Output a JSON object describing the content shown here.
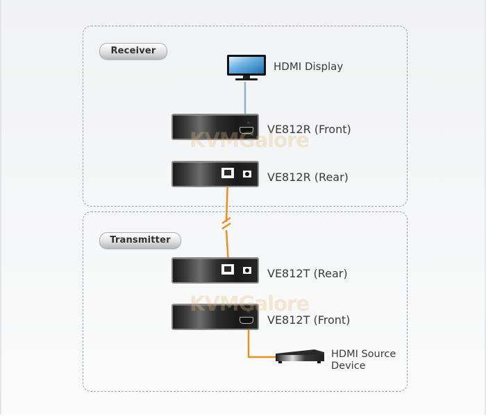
{
  "diagram": {
    "groups": [
      {
        "id": "receiver",
        "label": "Receiver"
      },
      {
        "id": "transmitter",
        "label": "Transmitter"
      }
    ],
    "devices": {
      "hdmi_display": {
        "label": "HDMI Display",
        "icon": "monitor-icon"
      },
      "receiver_front": {
        "label": "VE812R (Front)",
        "port": "hdmi-port"
      },
      "receiver_rear": {
        "label": "VE812R (Rear)",
        "port": "rj45-port"
      },
      "transmitter_rear": {
        "label": "VE812T (Rear)",
        "port": "rj45-port"
      },
      "transmitter_front": {
        "label": "VE812T (Front)",
        "port": "hdmi-port"
      },
      "hdmi_source": {
        "label_line1": "HDMI Source",
        "label_line2": "Device",
        "icon": "media-player-icon"
      }
    },
    "connections": [
      {
        "from": "hdmi_display",
        "to": "receiver_front",
        "type": "HDMI",
        "color": "#8fb3c9"
      },
      {
        "from": "receiver_rear",
        "to": "transmitter_rear",
        "type": "Cat 5e/6",
        "color": "#e8901e",
        "break": true
      },
      {
        "from": "transmitter_front",
        "to": "hdmi_source",
        "type": "HDMI",
        "color": "#e8901e"
      }
    ],
    "watermark": "KVMGalore"
  },
  "colors": {
    "group_border": "#8fa6b3",
    "cable_orange": "#e8901e",
    "cable_blue": "#8fb3c9",
    "text": "#3a3a3a"
  }
}
